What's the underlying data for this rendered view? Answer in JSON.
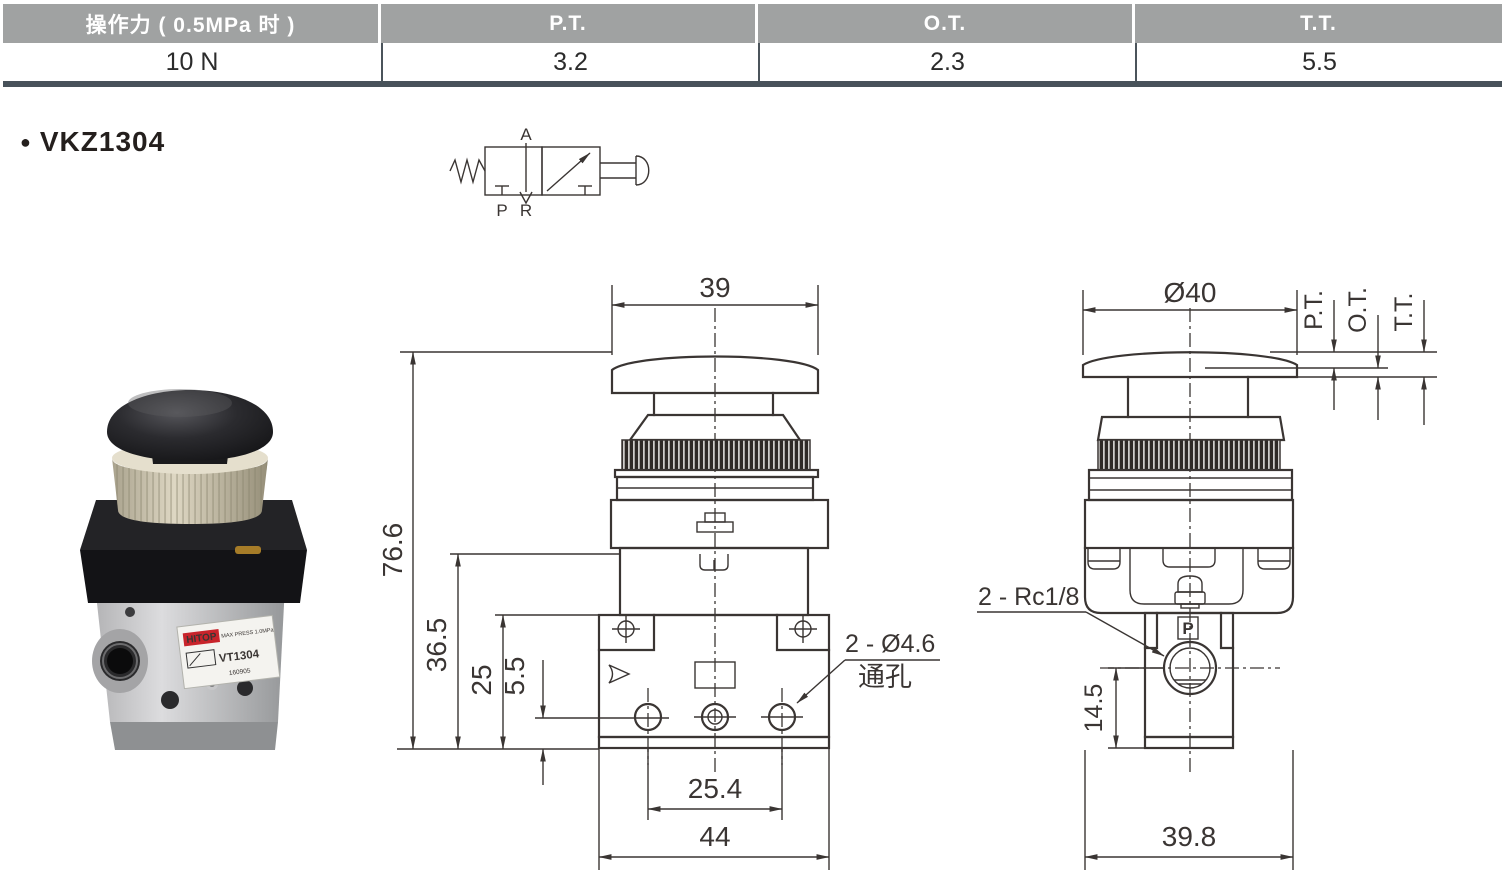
{
  "spec_table": {
    "headers": [
      "操作力 ( 0.5MPa 时 )",
      "P.T.",
      "O.T.",
      "T.T."
    ],
    "values": [
      "10 N",
      "3.2",
      "2.3",
      "5.5"
    ],
    "header_bg": "#a0a2a2",
    "border_color": "#4b545b"
  },
  "section": {
    "bullet": "●",
    "title": "VKZ1304"
  },
  "schematic": {
    "port_top": "A",
    "port_left": "P",
    "port_right": "R"
  },
  "photo": {
    "brand": "HITOP",
    "note": "MAX PRESS 1.0MPa",
    "model": "VT1304",
    "serial": "160905"
  },
  "front_view": {
    "dim_cap_width": "39",
    "dim_total_height": "76.6",
    "dim_upper_height": "36.5",
    "dim_body_height": "25",
    "dim_port_offset": "5.5",
    "dim_port_spacing": "25.4",
    "dim_body_width": "44",
    "hole_label_line1": "2 - Ø4.6",
    "hole_label_line2": "通孔"
  },
  "side_view": {
    "dim_cap_dia": "Ø40",
    "travel_labels": [
      "P.T.",
      "O.T.",
      "T.T."
    ],
    "port_thread_label": "2 - Rc1/8",
    "body_port_mark": "P",
    "dim_port_height": "14.5",
    "dim_body_width": "39.8"
  }
}
